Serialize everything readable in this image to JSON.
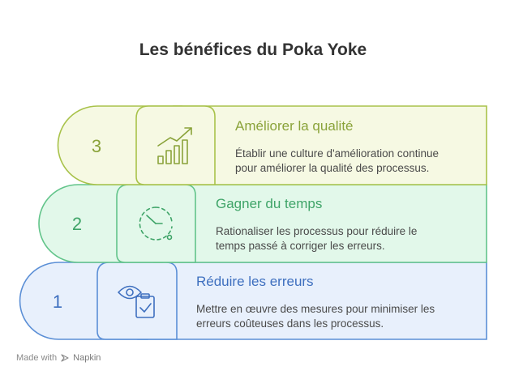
{
  "title": "Les bénéfices du Poka Yoke",
  "colors": {
    "level3_stroke": "#a8c24a",
    "level3_fill": "#f6f9e3",
    "level2_stroke": "#62c48a",
    "level2_fill": "#e2f8ea",
    "level1_stroke": "#5b8fd6",
    "level1_fill": "#e8f0fc"
  },
  "levels": [
    {
      "number": "3",
      "heading": "Améliorer la qualité",
      "description_lines": [
        "Établir une culture d'amélioration continue",
        "pour améliorer la qualité des processus."
      ],
      "icon": "growth-chart-icon"
    },
    {
      "number": "2",
      "heading": "Gagner du temps",
      "description_lines": [
        "Rationaliser les processus pour réduire le",
        "temps passé à corriger les erreurs."
      ],
      "icon": "timer-icon"
    },
    {
      "number": "1",
      "heading": "Réduire les erreurs",
      "description_lines": [
        "Mettre en œuvre des mesures pour minimiser les",
        "erreurs coûteuses dans les processus."
      ],
      "icon": "eye-checklist-icon"
    }
  ],
  "footer": {
    "made_with": "Made with",
    "brand": "Napkin",
    "icon": "napkin-logo-icon"
  }
}
